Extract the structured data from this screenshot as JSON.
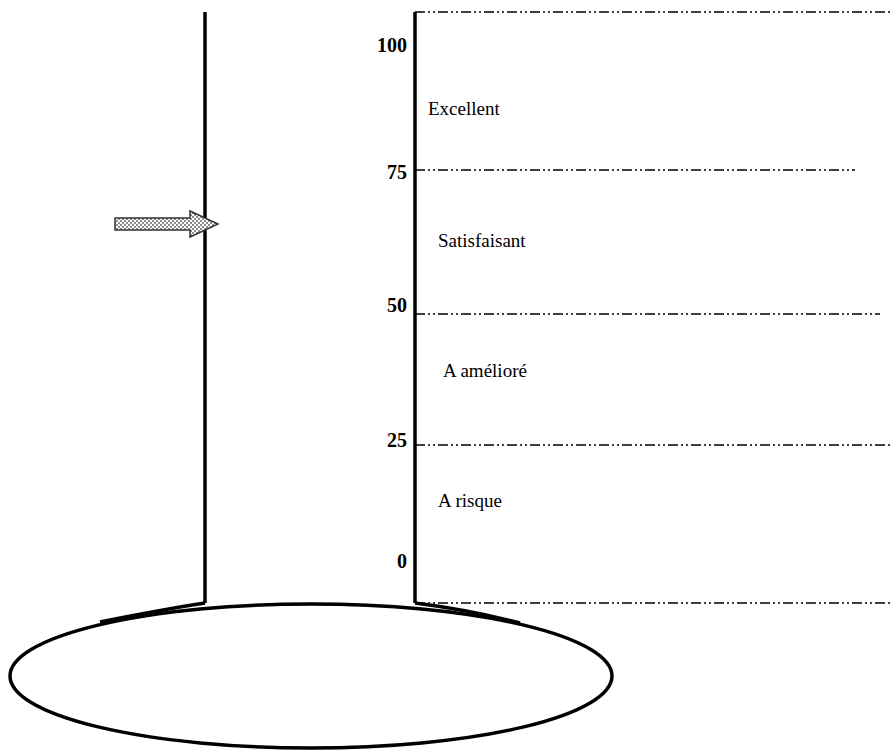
{
  "diagram": {
    "labels": [
      "100",
      "Excellent",
      "75",
      "Satisfaisant",
      "50",
      "A amélioré",
      "25",
      "A risque",
      "0"
    ]
  }
}
